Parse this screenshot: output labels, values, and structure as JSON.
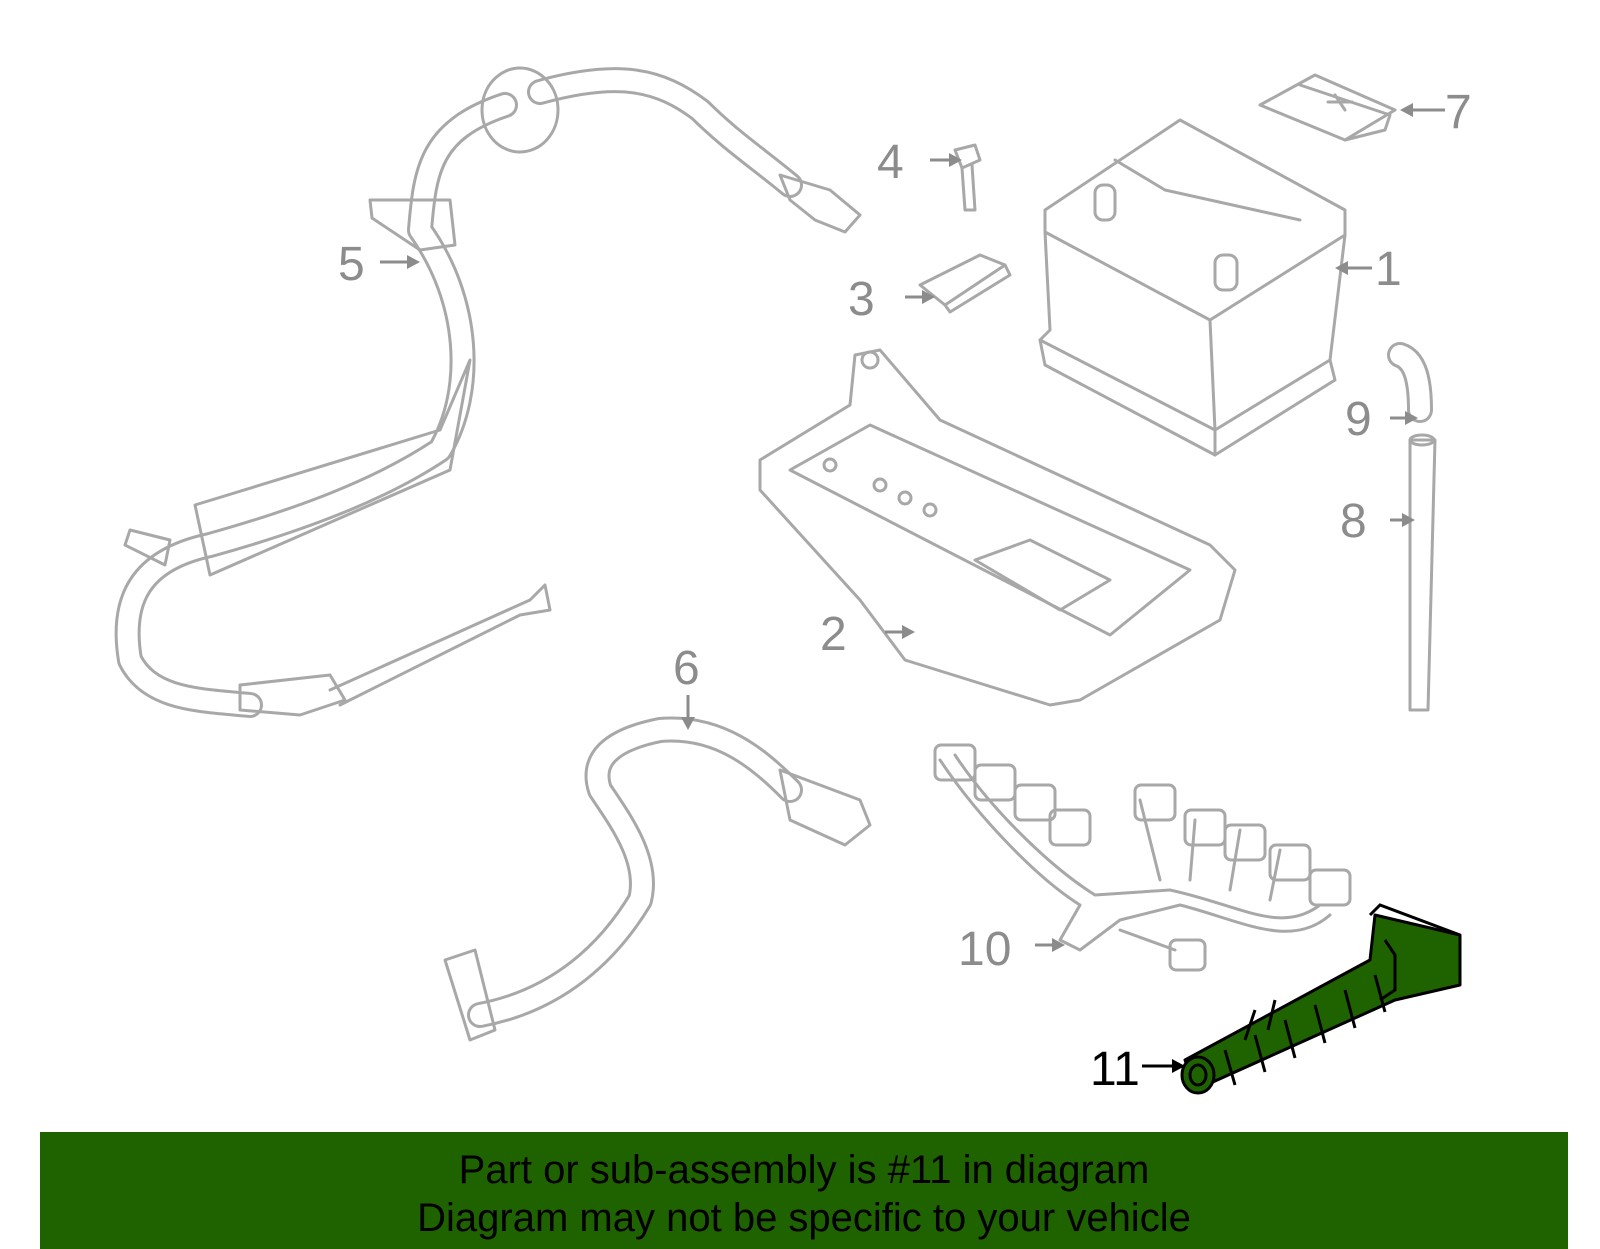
{
  "diagram": {
    "highlight_color": "#1e6300",
    "callouts": [
      {
        "id": "1",
        "label": "1"
      },
      {
        "id": "2",
        "label": "2"
      },
      {
        "id": "3",
        "label": "3"
      },
      {
        "id": "4",
        "label": "4"
      },
      {
        "id": "5",
        "label": "5"
      },
      {
        "id": "6",
        "label": "6"
      },
      {
        "id": "7",
        "label": "7"
      },
      {
        "id": "8",
        "label": "8"
      },
      {
        "id": "9",
        "label": "9"
      },
      {
        "id": "10",
        "label": "10"
      },
      {
        "id": "11",
        "label": "11",
        "highlighted": true
      }
    ]
  },
  "banner": {
    "line1": "Part or sub-assembly is #11 in diagram",
    "line2": "Diagram may not be specific to your vehicle",
    "background": "#1e6300"
  }
}
